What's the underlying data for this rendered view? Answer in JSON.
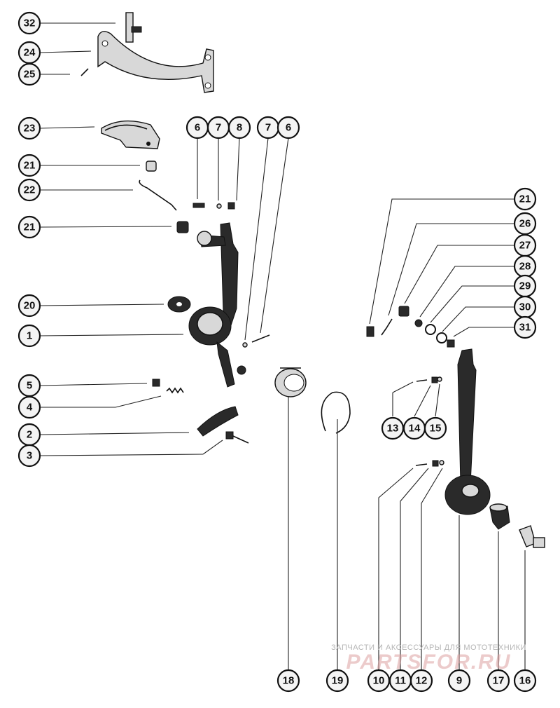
{
  "diagram": {
    "callouts": [
      {
        "id": "32"
      },
      {
        "id": "24"
      },
      {
        "id": "25"
      },
      {
        "id": "23"
      },
      {
        "id": "21"
      },
      {
        "id": "22"
      },
      {
        "id": "21"
      },
      {
        "id": "20"
      },
      {
        "id": "1"
      },
      {
        "id": "5"
      },
      {
        "id": "4"
      },
      {
        "id": "2"
      },
      {
        "id": "3"
      },
      {
        "id": "6"
      },
      {
        "id": "7"
      },
      {
        "id": "8"
      },
      {
        "id": "7"
      },
      {
        "id": "6"
      },
      {
        "id": "21"
      },
      {
        "id": "26"
      },
      {
        "id": "27"
      },
      {
        "id": "28"
      },
      {
        "id": "29"
      },
      {
        "id": "30"
      },
      {
        "id": "31"
      },
      {
        "id": "13"
      },
      {
        "id": "14"
      },
      {
        "id": "15"
      },
      {
        "id": "18"
      },
      {
        "id": "19"
      },
      {
        "id": "10"
      },
      {
        "id": "11"
      },
      {
        "id": "12"
      },
      {
        "id": "9"
      },
      {
        "id": "17"
      },
      {
        "id": "16"
      }
    ]
  },
  "watermark": {
    "tagline": "ЗАПЧАСТИ И АКСЕССУАРЫ ДЛЯ МОТОТЕХНИКИ",
    "brand": "PARTSFOR.RU"
  }
}
